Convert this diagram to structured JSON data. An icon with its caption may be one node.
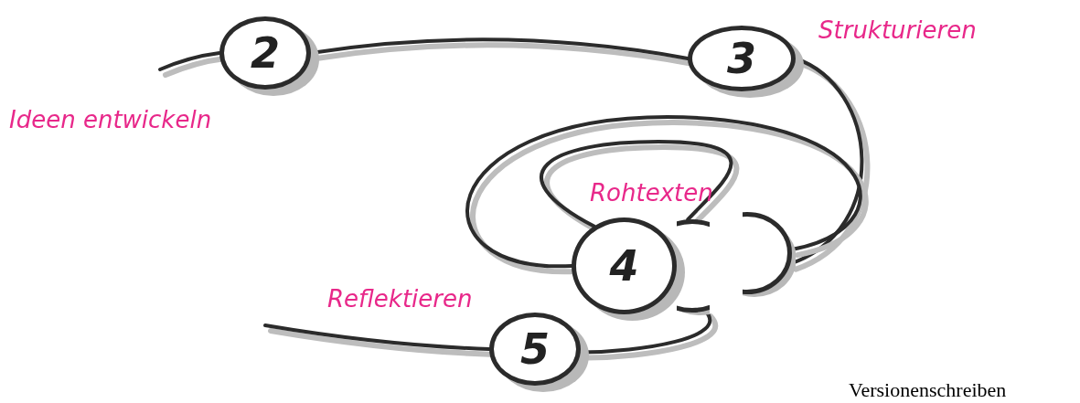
{
  "diagram": {
    "nodes": [
      {
        "text": [
          "2"
        ],
        "beside": [
          "Ideen entwickeln"
        ]
      },
      {
        "text": [
          "3"
        ],
        "beside": [
          "Strukturieren"
        ]
      },
      {
        "text": [
          "4"
        ],
        "beside": [
          "Rohtexten"
        ]
      },
      {
        "text": [],
        "shape": "circle"
      },
      {
        "text": [],
        "shape": "circle"
      },
      {
        "text": [
          "5"
        ],
        "beside": [
          "Reflektieren"
        ]
      }
    ],
    "edges": [
      {
        "from": null,
        "to": 0,
        "arrow": "none"
      },
      {
        "from": 0,
        "to": 1,
        "arrow": "none"
      },
      {
        "from": 1,
        "to": 4,
        "arrow": "none"
      },
      {
        "from": 4,
        "to": 2,
        "arrow": "none"
      },
      {
        "from": 2,
        "to": 3,
        "arrow": "none"
      },
      {
        "from": 3,
        "to": 5,
        "arrow": "none"
      },
      {
        "from": 5,
        "to": null,
        "arrow": "none"
      }
    ],
    "caption": "Versionenschreiben"
  }
}
